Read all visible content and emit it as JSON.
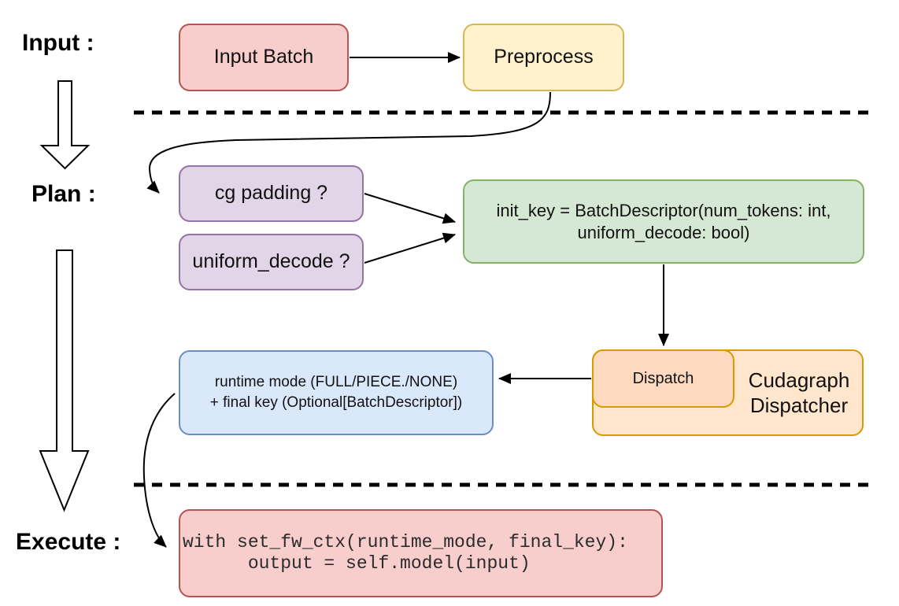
{
  "stages": {
    "input": {
      "label": "Input :"
    },
    "plan": {
      "label": "Plan :"
    },
    "execute": {
      "label": "Execute :"
    }
  },
  "nodes": {
    "input_batch": {
      "label": "Input Batch",
      "fill": "#f8cecc",
      "stroke": "#b85450"
    },
    "preprocess": {
      "label": "Preprocess",
      "fill": "#fff2cc",
      "stroke": "#d6b656"
    },
    "cg_padding": {
      "label": "cg padding ?",
      "fill": "#e1d5e7",
      "stroke": "#9673a6"
    },
    "uniform_decode": {
      "label": "uniform_decode ?",
      "fill": "#e1d5e7",
      "stroke": "#9673a6"
    },
    "init_key": {
      "line1": "init_key = BatchDescriptor(num_tokens: int,",
      "line2": "uniform_decode: bool)",
      "fill": "#d5e8d4",
      "stroke": "#82b366"
    },
    "dispatch": {
      "label": "Dispatch",
      "fill": "#fdd9bf",
      "stroke": "#d79b00"
    },
    "cudagraph_dispatcher": {
      "line1": "Cudagraph",
      "line2": "Dispatcher",
      "fill": "#ffe6cc",
      "stroke": "#d79b00"
    },
    "runtime_mode": {
      "line1": "runtime mode (FULL/PIECE./NONE)",
      "line2": "+ final key (Optional[BatchDescriptor])",
      "fill": "#dae8fc",
      "stroke": "#6c8ebf"
    },
    "execute_code": {
      "line1": "with set_fw_ctx(runtime_mode, final_key):",
      "line2": "      output = self.model(input)",
      "fill": "#f8cecc",
      "stroke": "#b85450"
    }
  },
  "colors": {
    "background": "#ffffff",
    "connector": "#000000",
    "text": "#111111"
  }
}
